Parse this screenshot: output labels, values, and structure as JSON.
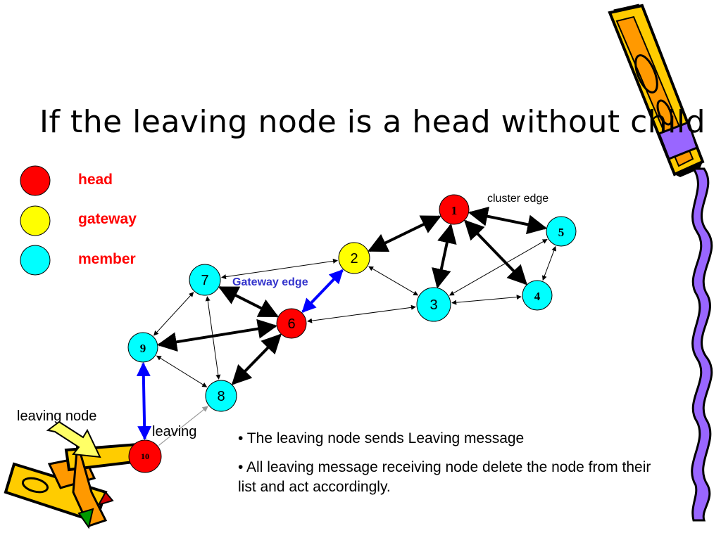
{
  "title": "If the leaving node is a head without child",
  "legend": [
    {
      "label": "head",
      "color": "#ff0000"
    },
    {
      "label": "gateway",
      "color": "#ffff00"
    },
    {
      "label": "member",
      "color": "#00ffff"
    }
  ],
  "labels": {
    "cluster_edge": "cluster edge",
    "gateway_edge": "Gateway edge",
    "leaving_node": "leaving node",
    "leaving": "leaving"
  },
  "bullets": [
    "• The leaving node sends Leaving message",
    "• All leaving message receiving node delete the node from their list and act accordingly."
  ],
  "nodes": [
    {
      "id": "1",
      "role": "head"
    },
    {
      "id": "2",
      "role": "gateway"
    },
    {
      "id": "3",
      "role": "member"
    },
    {
      "id": "4",
      "role": "member"
    },
    {
      "id": "5",
      "role": "member"
    },
    {
      "id": "6",
      "role": "head"
    },
    {
      "id": "7",
      "role": "member"
    },
    {
      "id": "8",
      "role": "member"
    },
    {
      "id": "9",
      "role": "member"
    },
    {
      "id": "10",
      "role": "head"
    }
  ],
  "edges": [
    {
      "from": "2",
      "to": "1",
      "kind": "cluster"
    },
    {
      "from": "3",
      "to": "1",
      "kind": "cluster"
    },
    {
      "from": "1",
      "to": "4",
      "kind": "cluster"
    },
    {
      "from": "1",
      "to": "5",
      "kind": "cluster"
    },
    {
      "from": "7",
      "to": "6",
      "kind": "cluster"
    },
    {
      "from": "6",
      "to": "9",
      "kind": "cluster"
    },
    {
      "from": "8",
      "to": "6",
      "kind": "cluster"
    },
    {
      "from": "6",
      "to": "2",
      "kind": "gateway"
    },
    {
      "from": "9",
      "to": "10",
      "kind": "gateway"
    },
    {
      "from": "2",
      "to": "7",
      "kind": "link"
    },
    {
      "from": "3",
      "to": "2",
      "kind": "link"
    },
    {
      "from": "6",
      "to": "3",
      "kind": "link"
    },
    {
      "from": "3",
      "to": "4",
      "kind": "link"
    },
    {
      "from": "5",
      "to": "3",
      "kind": "link"
    },
    {
      "from": "5",
      "to": "4",
      "kind": "link"
    },
    {
      "from": "7",
      "to": "9",
      "kind": "link"
    },
    {
      "from": "7",
      "to": "8",
      "kind": "link"
    },
    {
      "from": "9",
      "to": "8",
      "kind": "link"
    },
    {
      "from": "10",
      "to": "8",
      "kind": "leaving"
    }
  ],
  "colors": {
    "head": "#ff0000",
    "gateway": "#ffff00",
    "member": "#00ffff",
    "gateway_edge": "#0000ff",
    "gateway_label": "#3333cc",
    "edge": "#000000",
    "leaving_edge": "#999999"
  },
  "icons": [
    "pencil-icon-top-right",
    "pencil-icon-bottom-left",
    "arrow-pointer-icon",
    "wavy-border"
  ]
}
